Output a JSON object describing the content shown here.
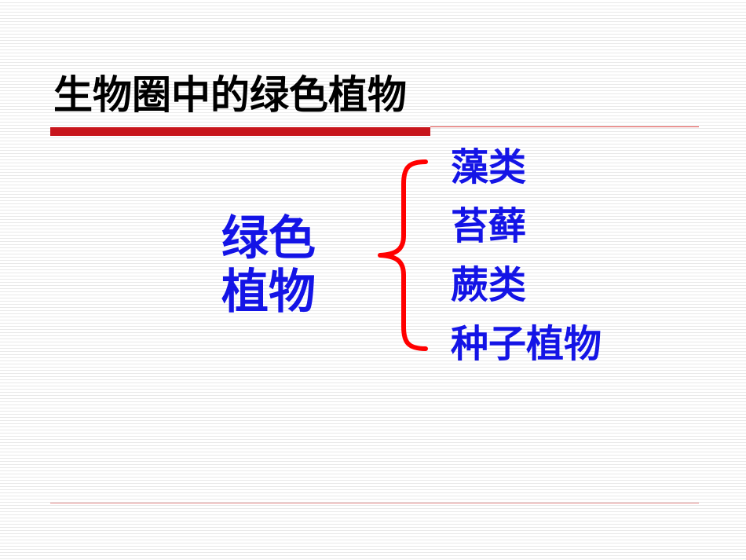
{
  "slide": {
    "title": "生物圈中的绿色植物",
    "main_term": {
      "line1": "绿色",
      "line2": "植物"
    },
    "categories": [
      {
        "label": "藻类"
      },
      {
        "label": "苔藓"
      },
      {
        "label": "蕨类"
      },
      {
        "label": "种子植物"
      }
    ]
  },
  "colors": {
    "title_text": "#000000",
    "body_text": "#1414e6",
    "accent_red": "#c8161d",
    "brace_red": "#ff0000"
  }
}
